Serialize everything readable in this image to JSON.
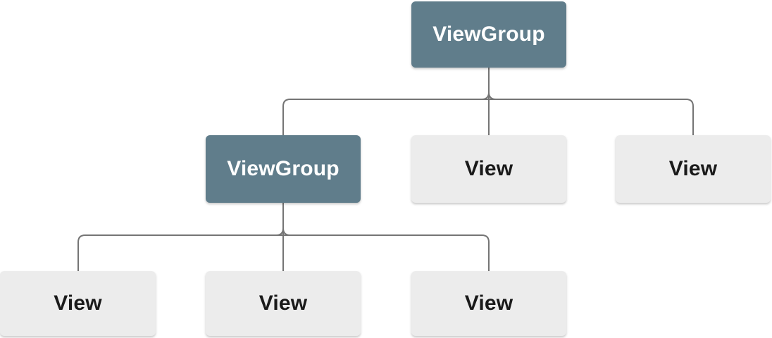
{
  "diagram": {
    "type": "tree",
    "nodes": [
      {
        "id": "root",
        "level": 1,
        "label": "ViewGroup",
        "variant": "viewgroup"
      },
      {
        "id": "l2-group",
        "level": 2,
        "label": "ViewGroup",
        "variant": "viewgroup"
      },
      {
        "id": "l2-view-1",
        "level": 2,
        "label": "View",
        "variant": "view"
      },
      {
        "id": "l2-view-2",
        "level": 2,
        "label": "View",
        "variant": "view"
      },
      {
        "id": "l3-view-1",
        "level": 3,
        "label": "View",
        "variant": "view"
      },
      {
        "id": "l3-view-2",
        "level": 3,
        "label": "View",
        "variant": "view"
      },
      {
        "id": "l3-view-3",
        "level": 3,
        "label": "View",
        "variant": "view"
      }
    ],
    "edges": [
      {
        "from": "root",
        "to": "l2-group"
      },
      {
        "from": "root",
        "to": "l2-view-1"
      },
      {
        "from": "root",
        "to": "l2-view-2"
      },
      {
        "from": "l2-group",
        "to": "l3-view-1"
      },
      {
        "from": "l2-group",
        "to": "l3-view-2"
      },
      {
        "from": "l2-group",
        "to": "l3-view-3"
      }
    ],
    "colors": {
      "viewgroup_fill": "#607d8b",
      "viewgroup_text": "#ffffff",
      "view_fill": "#ececec",
      "view_text": "#1a1a1a",
      "connector": "#757575",
      "background": "#ffffff"
    }
  }
}
